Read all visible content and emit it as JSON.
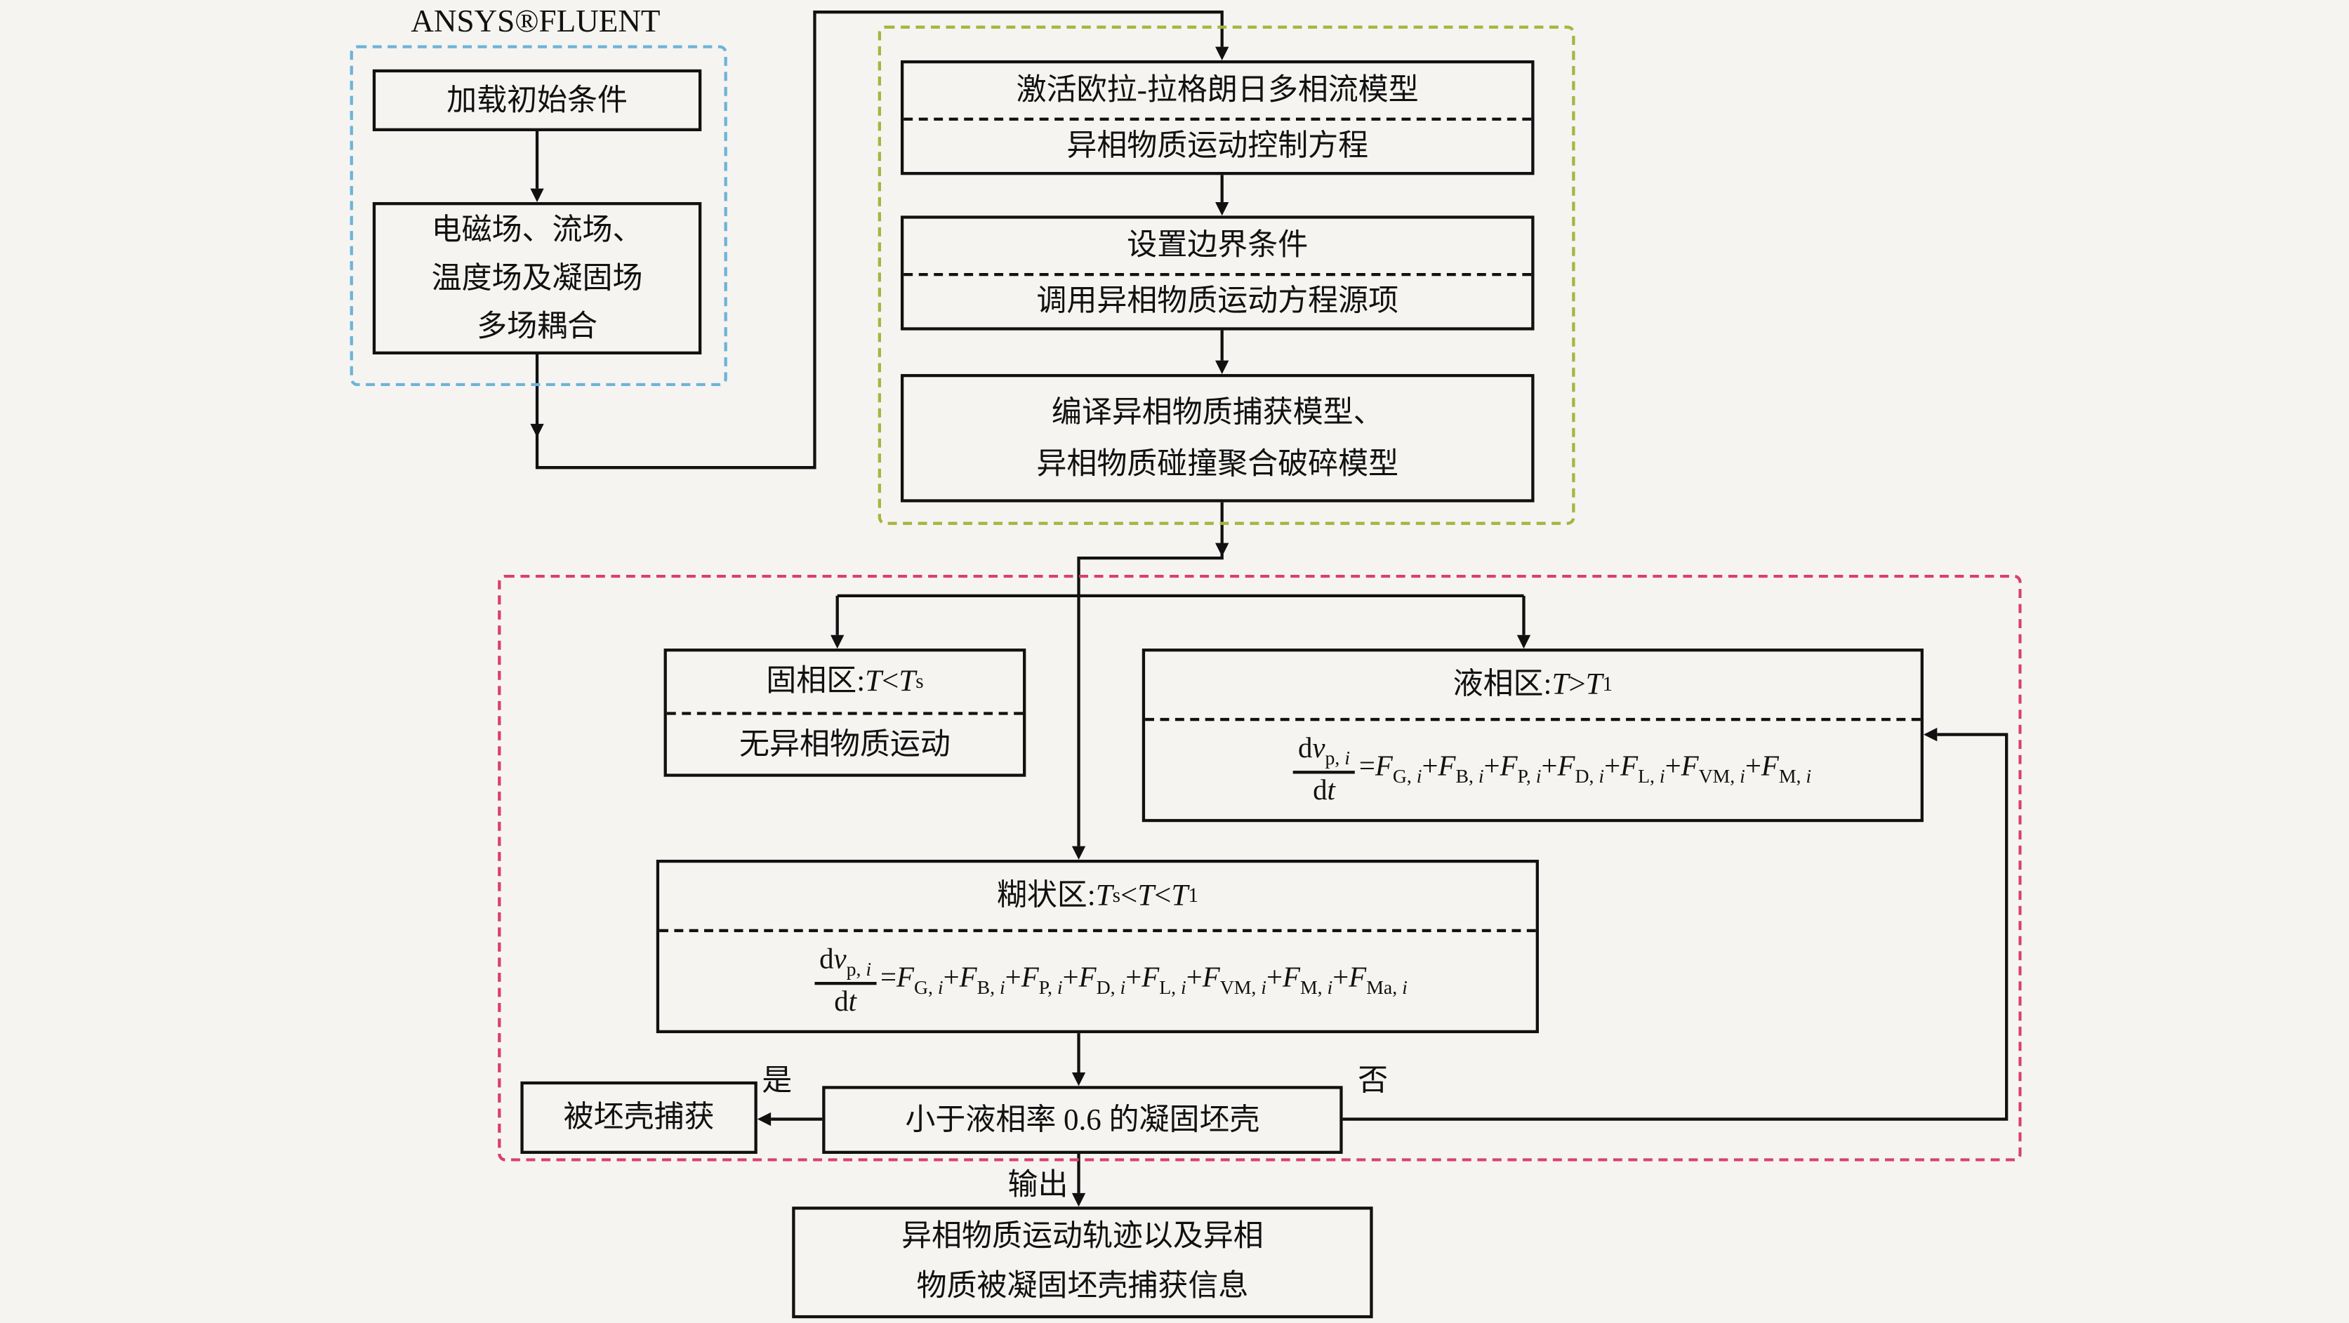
{
  "colors": {
    "background": "#f5f4f1",
    "line": "#111111",
    "preprocess_frame": "#6db3d8",
    "model_frame": "#a8b43e",
    "region_frame": "#d9406d"
  },
  "header": {
    "title": "ANSYS®FLUENT"
  },
  "preprocess": {
    "load": "加载初始条件",
    "coupling": [
      "电磁场、流场、",
      "温度场及凝固场",
      "多场耦合"
    ]
  },
  "model_setup": {
    "activate": {
      "top": "激活欧拉-拉格朗日多相流模型",
      "bottom": "异相物质运动控制方程"
    },
    "boundary": {
      "top": "设置边界条件",
      "bottom": "调用异相物质运动方程源项"
    },
    "compile": [
      "编译异相物质捕获模型、",
      "异相物质碰撞聚合破碎模型"
    ]
  },
  "regions": {
    "solid": {
      "title": "固相区: *T*<*T*_{s}",
      "body": "无异相物质运动"
    },
    "liquid": {
      "title": "液相区: *T*>*T*_{1}",
      "frac_num": "d*v*_{p, *i*}",
      "frac_den": "d*t*",
      "rhs": "=*F*_{G, *i*}+*F*_{B, *i*}+*F*_{P, *i*}+*F*_{D, *i*}+*F*_{L, *i*}+*F*_{VM, *i*}+*F*_{M, *i*}"
    },
    "mushy": {
      "title": "糊状区: *T*_{s}<*T*<*T*_{1}",
      "frac_num": "d*v*_{p, *i*}",
      "frac_den": "d*t*",
      "rhs": "=*F*_{G, *i*}+*F*_{B, *i*}+*F*_{P, *i*}+*F*_{D, *i*}+*F*_{L, *i*}+*F*_{VM, *i*}+*F*_{M, *i*}+*F*_{Ma, *i*}"
    }
  },
  "decision": {
    "captured": "被坯壳捕获",
    "condition": "小于液相率 0.6 的凝固坯壳",
    "yes_label": "是",
    "no_label": "否",
    "output_label": "输出"
  },
  "output": {
    "lines": [
      "异相物质运动轨迹以及异相",
      "物质被凝固坯壳捕获信息"
    ]
  }
}
